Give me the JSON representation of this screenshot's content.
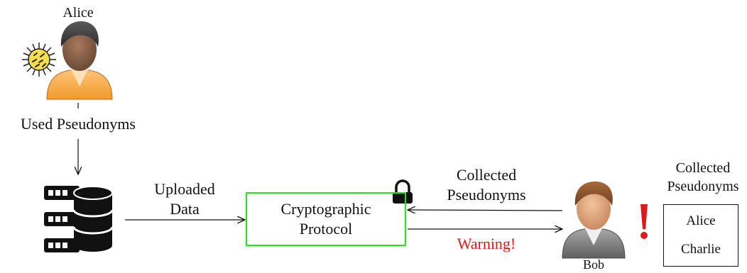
{
  "alice": {
    "name": "Alice",
    "used_pseudonyms_label": "Used Pseudonyms"
  },
  "database": {
    "uploaded_label_line1": "Uploaded",
    "uploaded_label_line2": "Data"
  },
  "protocol": {
    "line1": "Cryptographic",
    "line2": "Protocol",
    "border_color": "#26e21b"
  },
  "bob": {
    "name": "Bob",
    "collected_label_line1": "Collected",
    "collected_label_line2": "Pseudonyms",
    "warning_label": "Warning!",
    "warning_color": "#e0181b",
    "alert_color": "#e0181b"
  },
  "collected_list": {
    "title_line1": "Collected",
    "title_line2": "Pseudonyms",
    "items": [
      "Alice",
      "Charlie"
    ]
  },
  "icons": [
    "alice-user-icon",
    "virus-icon",
    "database-server-icon",
    "lock-icon",
    "bob-user-icon",
    "exclamation-icon"
  ]
}
